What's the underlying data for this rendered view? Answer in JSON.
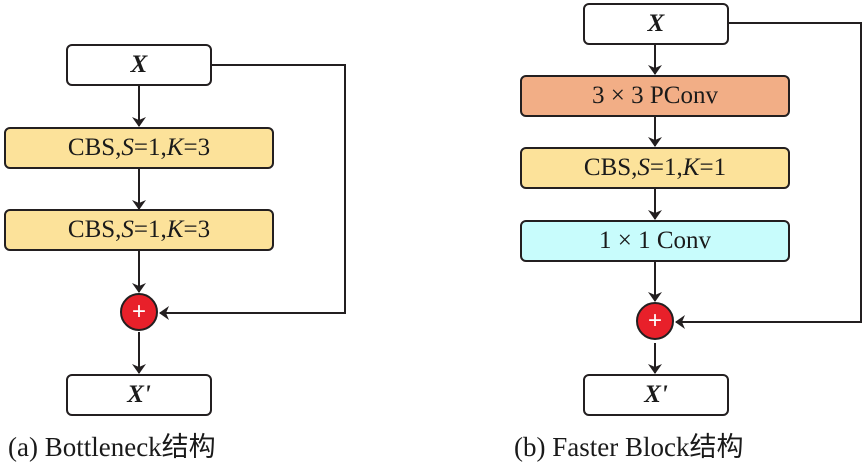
{
  "colors": {
    "cbs_fill": "#fce29a",
    "pconv_fill": "#f2ae86",
    "conv_fill": "#c8fcfc",
    "input_fill": "#ffffff",
    "add_node_fill": "#e8202a",
    "stroke": "#231f20"
  },
  "bottleneck": {
    "input": "X",
    "blocks": [
      {
        "label_prefix": "CBS,",
        "s_var": "S",
        "s_val": "=1,",
        "k_var": "K",
        "k_val": "=3"
      },
      {
        "label_prefix": "CBS,",
        "s_var": "S",
        "s_val": "=1,",
        "k_var": "K",
        "k_val": "=3"
      }
    ],
    "add_symbol": "+",
    "output": "X'",
    "caption": "(a) Bottleneck结构"
  },
  "faster_block": {
    "input": "X",
    "pconv_label": "3 × 3 PConv",
    "cbs_block": {
      "label_prefix": "CBS,",
      "s_var": "S",
      "s_val": "=1,",
      "k_var": "K",
      "k_val": "=1"
    },
    "conv_label": "1 × 1 Conv",
    "add_symbol": "+",
    "output": "X'",
    "caption": "(b) Faster Block结构"
  }
}
